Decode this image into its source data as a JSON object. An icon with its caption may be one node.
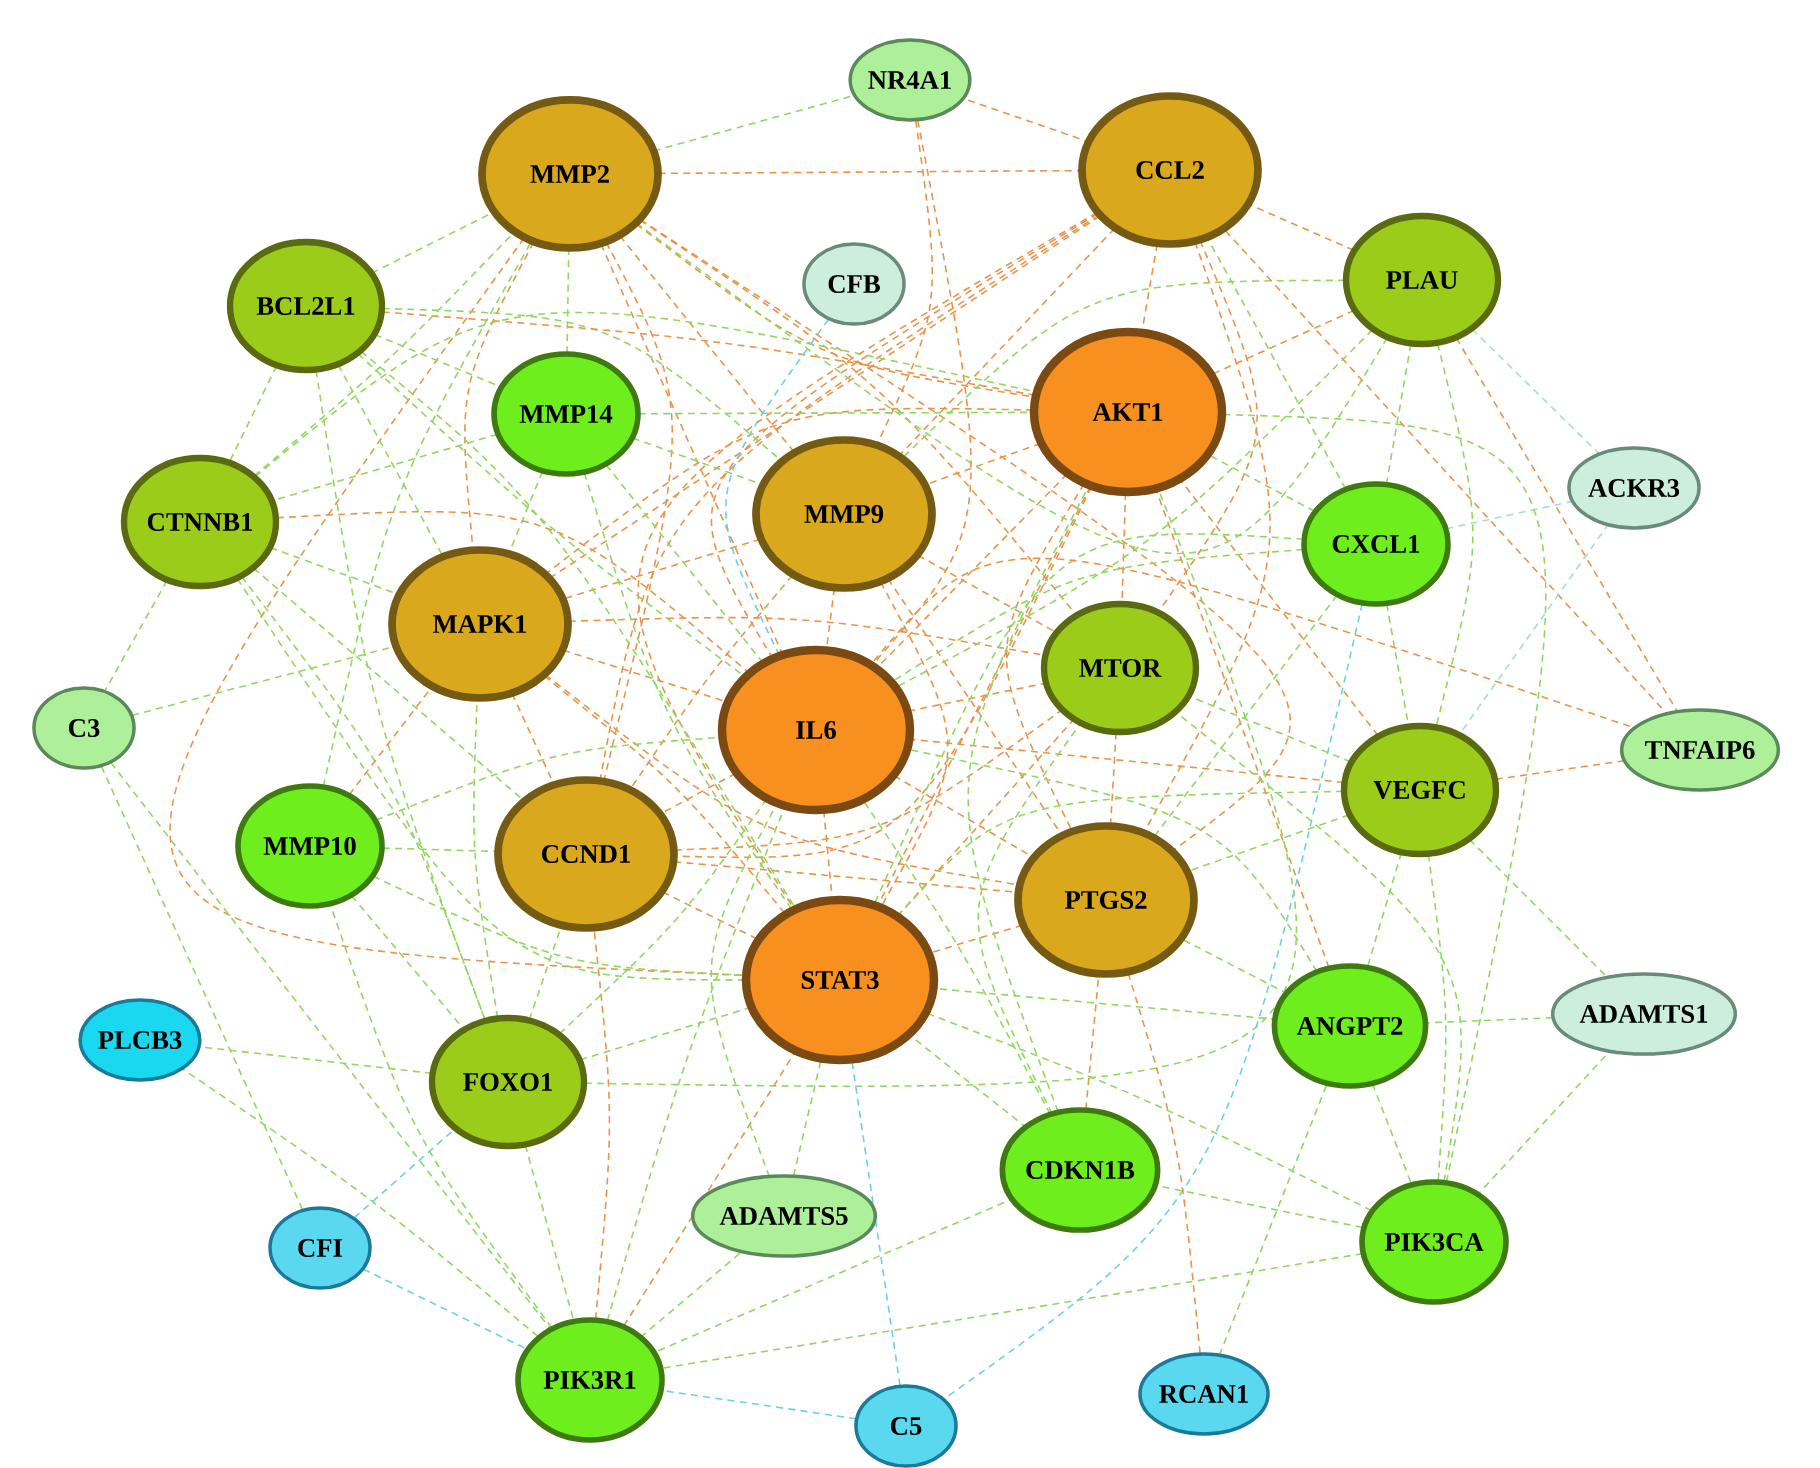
{
  "diagram": {
    "nodes": [
      {
        "text": [
          "NR4A1"
        ]
      },
      {
        "text": [
          "MMP2"
        ]
      },
      {
        "text": [
          "CCL2"
        ]
      },
      {
        "text": [
          "BCL2L1"
        ]
      },
      {
        "text": [
          "PLAU"
        ]
      },
      {
        "text": [
          "CFB"
        ]
      },
      {
        "text": [
          "MMP14"
        ]
      },
      {
        "text": [
          "AKT1"
        ]
      },
      {
        "text": [
          "ACKR3"
        ]
      },
      {
        "text": [
          "CTNNB1"
        ]
      },
      {
        "text": [
          "MMP9"
        ]
      },
      {
        "text": [
          "CXCL1"
        ]
      },
      {
        "text": [
          "MAPK1"
        ]
      },
      {
        "text": [
          "MTOR"
        ]
      },
      {
        "text": [
          "C3"
        ]
      },
      {
        "text": [
          "IL6"
        ]
      },
      {
        "text": [
          "TNFAIP6"
        ]
      },
      {
        "text": [
          "VEGFC"
        ]
      },
      {
        "text": [
          "MMP10"
        ]
      },
      {
        "text": [
          "CCND1"
        ]
      },
      {
        "text": [
          "PTGS2"
        ]
      },
      {
        "text": [
          "STAT3"
        ]
      },
      {
        "text": [
          "PLCB3"
        ]
      },
      {
        "text": [
          "ANGPT2"
        ]
      },
      {
        "text": [
          "ADAMTS1"
        ]
      },
      {
        "text": [
          "FOXO1"
        ]
      },
      {
        "text": [
          "CDKN1B"
        ]
      },
      {
        "text": [
          "ADAMTS5"
        ]
      },
      {
        "text": [
          "PIK3CA"
        ]
      },
      {
        "text": [
          "CFI"
        ]
      },
      {
        "text": [
          "PIK3R1"
        ]
      },
      {
        "text": [
          "C5"
        ]
      },
      {
        "text": [
          "RCAN1"
        ]
      }
    ],
    "edges": [
      {
        "from": 1,
        "to": 2,
        "arrow": "none",
        "color": "#e8944a"
      },
      {
        "from": 1,
        "to": 7,
        "arrow": "none",
        "color": "#e8944a"
      },
      {
        "from": 1,
        "to": 10,
        "arrow": "none",
        "color": "#e8944a"
      },
      {
        "from": 1,
        "to": 12,
        "arrow": "none",
        "color": "#e8944a"
      },
      {
        "from": 1,
        "to": 15,
        "arrow": "none",
        "color": "#e8944a"
      },
      {
        "from": 1,
        "to": 19,
        "arrow": "none",
        "color": "#e8944a"
      },
      {
        "from": 1,
        "to": 20,
        "arrow": "none",
        "color": "#e8944a"
      },
      {
        "from": 1,
        "to": 21,
        "arrow": "none",
        "color": "#e8944a"
      },
      {
        "from": 1,
        "to": 13,
        "arrow": "none",
        "color": "#e8944a"
      },
      {
        "from": 2,
        "to": 7,
        "arrow": "none",
        "color": "#e8944a"
      },
      {
        "from": 2,
        "to": 10,
        "arrow": "none",
        "color": "#e8944a"
      },
      {
        "from": 2,
        "to": 12,
        "arrow": "none",
        "color": "#e8944a"
      },
      {
        "from": 2,
        "to": 15,
        "arrow": "none",
        "color": "#e8944a"
      },
      {
        "from": 2,
        "to": 19,
        "arrow": "none",
        "color": "#e8944a"
      },
      {
        "from": 2,
        "to": 20,
        "arrow": "none",
        "color": "#e8944a"
      },
      {
        "from": 2,
        "to": 21,
        "arrow": "none",
        "color": "#e8944a"
      },
      {
        "from": 2,
        "to": 13,
        "arrow": "none",
        "color": "#e8944a"
      },
      {
        "from": 7,
        "to": 10,
        "arrow": "none",
        "color": "#e8944a"
      },
      {
        "from": 7,
        "to": 12,
        "arrow": "none",
        "color": "#e8944a"
      },
      {
        "from": 7,
        "to": 15,
        "arrow": "none",
        "color": "#e8944a"
      },
      {
        "from": 7,
        "to": 19,
        "arrow": "none",
        "color": "#e8944a"
      },
      {
        "from": 7,
        "to": 20,
        "arrow": "none",
        "color": "#e8944a"
      },
      {
        "from": 7,
        "to": 21,
        "arrow": "none",
        "color": "#e8944a"
      },
      {
        "from": 7,
        "to": 13,
        "arrow": "none",
        "color": "#e8944a"
      },
      {
        "from": 10,
        "to": 12,
        "arrow": "none",
        "color": "#e8944a"
      },
      {
        "from": 10,
        "to": 15,
        "arrow": "none",
        "color": "#e8944a"
      },
      {
        "from": 10,
        "to": 19,
        "arrow": "none",
        "color": "#e8944a"
      },
      {
        "from": 10,
        "to": 20,
        "arrow": "none",
        "color": "#e8944a"
      },
      {
        "from": 10,
        "to": 21,
        "arrow": "none",
        "color": "#e8944a"
      },
      {
        "from": 10,
        "to": 13,
        "arrow": "none",
        "color": "#e8944a"
      },
      {
        "from": 12,
        "to": 15,
        "arrow": "none",
        "color": "#e8944a"
      },
      {
        "from": 12,
        "to": 19,
        "arrow": "none",
        "color": "#e8944a"
      },
      {
        "from": 12,
        "to": 20,
        "arrow": "none",
        "color": "#e8944a"
      },
      {
        "from": 12,
        "to": 21,
        "arrow": "none",
        "color": "#e8944a"
      },
      {
        "from": 12,
        "to": 13,
        "arrow": "none",
        "color": "#e8944a"
      },
      {
        "from": 15,
        "to": 19,
        "arrow": "none",
        "color": "#e8944a"
      },
      {
        "from": 15,
        "to": 20,
        "arrow": "none",
        "color": "#e8944a"
      },
      {
        "from": 15,
        "to": 21,
        "arrow": "none",
        "color": "#e8944a"
      },
      {
        "from": 15,
        "to": 13,
        "arrow": "none",
        "color": "#e8944a"
      },
      {
        "from": 19,
        "to": 20,
        "arrow": "none",
        "color": "#e8944a"
      },
      {
        "from": 19,
        "to": 21,
        "arrow": "none",
        "color": "#e8944a"
      },
      {
        "from": 19,
        "to": 13,
        "arrow": "none",
        "color": "#e8944a"
      },
      {
        "from": 20,
        "to": 21,
        "arrow": "none",
        "color": "#e8944a"
      },
      {
        "from": 20,
        "to": 13,
        "arrow": "none",
        "color": "#e8944a"
      },
      {
        "from": 21,
        "to": 13,
        "arrow": "none",
        "color": "#e8944a"
      },
      {
        "from": 3,
        "to": 1,
        "arrow": "none"
      },
      {
        "from": 3,
        "to": 9,
        "arrow": "none"
      },
      {
        "from": 3,
        "to": 12,
        "arrow": "none"
      },
      {
        "from": 3,
        "to": 10,
        "arrow": "none"
      },
      {
        "from": 3,
        "to": 15,
        "arrow": "none"
      },
      {
        "from": 3,
        "to": 21,
        "arrow": "none"
      },
      {
        "from": 3,
        "to": 7,
        "arrow": "none",
        "color": "#e8944a"
      },
      {
        "from": 3,
        "to": 25,
        "arrow": "none"
      },
      {
        "from": 3,
        "to": 6,
        "arrow": "none"
      },
      {
        "from": 4,
        "to": 2,
        "arrow": "none",
        "color": "#e8944a"
      },
      {
        "from": 4,
        "to": 7,
        "arrow": "none",
        "color": "#e8944a"
      },
      {
        "from": 4,
        "to": 15,
        "arrow": "none"
      },
      {
        "from": 4,
        "to": 11,
        "arrow": "none"
      },
      {
        "from": 4,
        "to": 17,
        "arrow": "none"
      },
      {
        "from": 4,
        "to": 10,
        "arrow": "none"
      },
      {
        "from": 4,
        "to": 1,
        "arrow": "none"
      },
      {
        "from": 4,
        "to": 8,
        "arrow": "none",
        "color": "#a8dcd0"
      },
      {
        "from": 4,
        "to": 16,
        "arrow": "none",
        "color": "#e8944a"
      },
      {
        "from": 6,
        "to": 1,
        "arrow": "none"
      },
      {
        "from": 6,
        "to": 10,
        "arrow": "none"
      },
      {
        "from": 6,
        "to": 12,
        "arrow": "none"
      },
      {
        "from": 6,
        "to": 15,
        "arrow": "none"
      },
      {
        "from": 6,
        "to": 7,
        "arrow": "none"
      },
      {
        "from": 6,
        "to": 9,
        "arrow": "none"
      },
      {
        "from": 6,
        "to": 21,
        "arrow": "none"
      },
      {
        "from": 9,
        "to": 1,
        "arrow": "none"
      },
      {
        "from": 9,
        "to": 12,
        "arrow": "none"
      },
      {
        "from": 9,
        "to": 15,
        "arrow": "none",
        "color": "#e8944a"
      },
      {
        "from": 9,
        "to": 21,
        "arrow": "none"
      },
      {
        "from": 9,
        "to": 7,
        "arrow": "none"
      },
      {
        "from": 9,
        "to": 19,
        "arrow": "none"
      },
      {
        "from": 9,
        "to": 25,
        "arrow": "none"
      },
      {
        "from": 9,
        "to": 14,
        "arrow": "none"
      },
      {
        "from": 11,
        "to": 2,
        "arrow": "none"
      },
      {
        "from": 11,
        "to": 7,
        "arrow": "none"
      },
      {
        "from": 11,
        "to": 15,
        "arrow": "none"
      },
      {
        "from": 11,
        "to": 17,
        "arrow": "none"
      },
      {
        "from": 11,
        "to": 21,
        "arrow": "none"
      },
      {
        "from": 11,
        "to": 20,
        "arrow": "none"
      },
      {
        "from": 11,
        "to": 8,
        "arrow": "none",
        "color": "#a8dcd0"
      },
      {
        "from": 11,
        "to": 31,
        "arrow": "none",
        "color": "#6ad0e8"
      },
      {
        "from": 17,
        "to": 7,
        "arrow": "none",
        "color": "#e8944a"
      },
      {
        "from": 17,
        "to": 15,
        "arrow": "none",
        "color": "#e8944a"
      },
      {
        "from": 17,
        "to": 21,
        "arrow": "none"
      },
      {
        "from": 17,
        "to": 20,
        "arrow": "none"
      },
      {
        "from": 17,
        "to": 13,
        "arrow": "none"
      },
      {
        "from": 17,
        "to": 23,
        "arrow": "none"
      },
      {
        "from": 17,
        "to": 28,
        "arrow": "none"
      },
      {
        "from": 17,
        "to": 16,
        "arrow": "none",
        "color": "#e8944a"
      },
      {
        "from": 17,
        "to": 24,
        "arrow": "none"
      },
      {
        "from": 18,
        "to": 12,
        "arrow": "none",
        "color": "#e8944a"
      },
      {
        "from": 18,
        "to": 19,
        "arrow": "none"
      },
      {
        "from": 18,
        "to": 15,
        "arrow": "none"
      },
      {
        "from": 18,
        "to": 21,
        "arrow": "none"
      },
      {
        "from": 18,
        "to": 1,
        "arrow": "none"
      },
      {
        "from": 18,
        "to": 25,
        "arrow": "none"
      },
      {
        "from": 23,
        "to": 20,
        "arrow": "none"
      },
      {
        "from": 23,
        "to": 21,
        "arrow": "none"
      },
      {
        "from": 23,
        "to": 28,
        "arrow": "none"
      },
      {
        "from": 23,
        "to": 15,
        "arrow": "none"
      },
      {
        "from": 23,
        "to": 24,
        "arrow": "none"
      },
      {
        "from": 23,
        "to": 7,
        "arrow": "none",
        "color": "#e8944a"
      },
      {
        "from": 25,
        "to": 19,
        "arrow": "none"
      },
      {
        "from": 25,
        "to": 21,
        "arrow": "none"
      },
      {
        "from": 25,
        "to": 15,
        "arrow": "none"
      },
      {
        "from": 25,
        "to": 12,
        "arrow": "none"
      },
      {
        "from": 25,
        "to": 7,
        "arrow": "none"
      },
      {
        "from": 25,
        "to": 30,
        "arrow": "none"
      },
      {
        "from": 25,
        "to": 22,
        "arrow": "none"
      },
      {
        "from": 26,
        "to": 21,
        "arrow": "none"
      },
      {
        "from": 26,
        "to": 20,
        "arrow": "none",
        "color": "#e8944a"
      },
      {
        "from": 26,
        "to": 7,
        "arrow": "none"
      },
      {
        "from": 26,
        "to": 15,
        "arrow": "none"
      },
      {
        "from": 26,
        "to": 28,
        "arrow": "none"
      },
      {
        "from": 26,
        "to": 13,
        "arrow": "none"
      },
      {
        "from": 26,
        "to": 30,
        "arrow": "none"
      },
      {
        "from": 28,
        "to": 7,
        "arrow": "none"
      },
      {
        "from": 28,
        "to": 30,
        "arrow": "none"
      },
      {
        "from": 28,
        "to": 13,
        "arrow": "none"
      },
      {
        "from": 28,
        "to": 21,
        "arrow": "none"
      },
      {
        "from": 30,
        "to": 21,
        "arrow": "none",
        "color": "#e8944a"
      },
      {
        "from": 30,
        "to": 18,
        "arrow": "none"
      },
      {
        "from": 30,
        "to": 15,
        "arrow": "none"
      },
      {
        "from": 30,
        "to": 19,
        "arrow": "none",
        "color": "#e8944a"
      },
      {
        "from": 0,
        "to": 1,
        "arrow": "none"
      },
      {
        "from": 0,
        "to": 2,
        "arrow": "none",
        "color": "#e8944a"
      },
      {
        "from": 0,
        "to": 10,
        "arrow": "none",
        "color": "#e8944a"
      },
      {
        "from": 0,
        "to": 15,
        "arrow": "none",
        "color": "#e8944a"
      },
      {
        "from": 5,
        "to": 15,
        "arrow": "none",
        "color": "#6ad0e8"
      },
      {
        "from": 14,
        "to": 29,
        "arrow": "none"
      },
      {
        "from": 14,
        "to": 12,
        "arrow": "none"
      },
      {
        "from": 14,
        "to": 30,
        "arrow": "none"
      },
      {
        "from": 16,
        "to": 2,
        "arrow": "none",
        "color": "#e8944a"
      },
      {
        "from": 16,
        "to": 15,
        "arrow": "none",
        "color": "#e8944a"
      },
      {
        "from": 8,
        "to": 17,
        "arrow": "none",
        "color": "#a8dcd0"
      },
      {
        "from": 22,
        "to": 30,
        "arrow": "none"
      },
      {
        "from": 24,
        "to": 28,
        "arrow": "none"
      },
      {
        "from": 27,
        "to": 15,
        "arrow": "none"
      },
      {
        "from": 27,
        "to": 21,
        "arrow": "none"
      },
      {
        "from": 27,
        "to": 30,
        "arrow": "none"
      },
      {
        "from": 29,
        "to": 25,
        "arrow": "none",
        "color": "#6ad0e8"
      },
      {
        "from": 29,
        "to": 30,
        "arrow": "none",
        "color": "#6ad0e8"
      },
      {
        "from": 31,
        "to": 21,
        "arrow": "none",
        "color": "#6ad0e8"
      },
      {
        "from": 31,
        "to": 30,
        "arrow": "none",
        "color": "#6ad0e8"
      },
      {
        "from": 32,
        "to": 20,
        "arrow": "none",
        "color": "#e8944a"
      },
      {
        "from": 32,
        "to": 23,
        "arrow": "none"
      }
    ]
  }
}
